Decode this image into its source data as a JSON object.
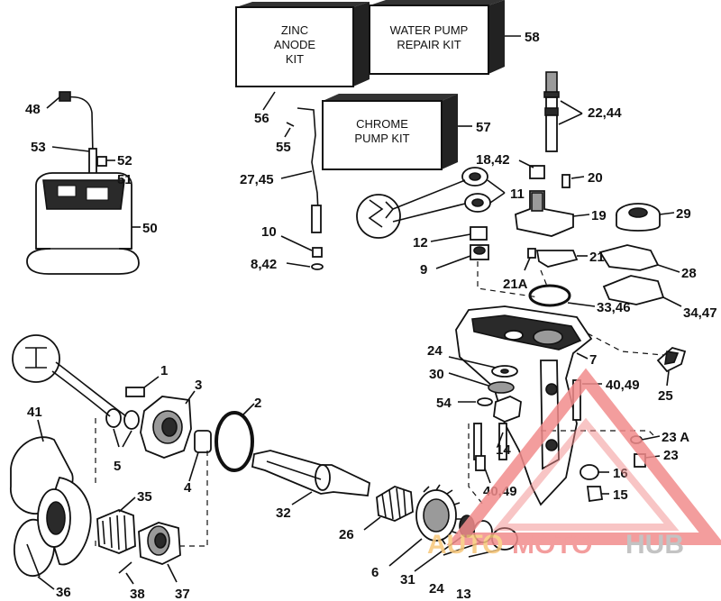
{
  "kits": {
    "zinc_anode_kit": {
      "line1": "ZINC",
      "line2": "ANODE",
      "line3": "KIT",
      "number": "56"
    },
    "water_pump_repair_kit": {
      "line1": "WATER PUMP",
      "line2": "REPAIR KIT",
      "number": "58"
    },
    "chrome_pump_kit": {
      "line1": "CHROME",
      "line2": "PUMP KIT",
      "number": "57"
    }
  },
  "labels": {
    "p1": "1",
    "p2": "2",
    "p3": "3",
    "p4": "4",
    "p5": "5",
    "p6": "6",
    "p7": "7",
    "p8_42": "8,42",
    "p9": "9",
    "p10": "10",
    "p11": "11",
    "p12": "12",
    "p13": "13",
    "p14": "14",
    "p15": "15",
    "p16": "16",
    "p18_42": "18,42",
    "p19": "19",
    "p20": "20",
    "p21": "21",
    "p21a": "21A",
    "p22_44": "22,44",
    "p23": "23",
    "p23a": "23 A",
    "p24_top": "24",
    "p24_bottom": "24",
    "p25": "25",
    "p26": "26",
    "p27_45": "27,45",
    "p28": "28",
    "p29": "29",
    "p30": "30",
    "p31": "31",
    "p32": "32",
    "p33_46": "33,46",
    "p34_47": "34,47",
    "p35": "35",
    "p36": "36",
    "p37": "37",
    "p38": "38",
    "p40_49_top": "40,49",
    "p40_49_bottom": "40,49",
    "p41": "41",
    "p48": "48",
    "p50": "50",
    "p51": "51",
    "p52": "52",
    "p53": "53",
    "p54": "54",
    "p55": "55"
  },
  "watermark": {
    "part1": "AUTO",
    "part2": "MOTO",
    "part3": "HUB",
    "color_primary": "#f28c8c",
    "color_secondary": "#f7c77a",
    "color_dark": "#b9b9b9"
  }
}
